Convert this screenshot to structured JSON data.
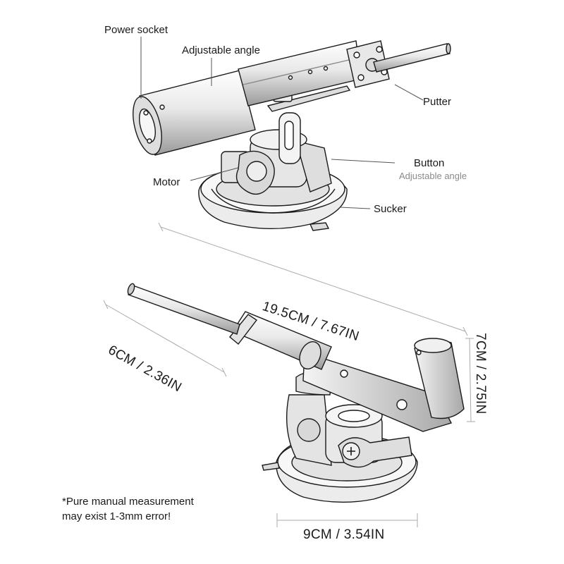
{
  "labels": {
    "power_socket": "Power socket",
    "adjustable_angle_top": "Adjustable angle",
    "putter": "Putter",
    "button": "Button",
    "button_sub": "Adjustable angle",
    "motor": "Motor",
    "sucker": "Sucker"
  },
  "dimensions": {
    "length": "19.5CM / 7.67IN",
    "rod": "6CM / 2.36IN",
    "height": "7CM / 2.75IN",
    "base": "9CM / 3.54IN"
  },
  "note": {
    "line1": "*Pure manual measurement",
    "line2": "may exist 1-3mm error!"
  },
  "colors": {
    "stroke": "#1a1a1a",
    "leader": "#555555",
    "dimline": "#aaaaaa"
  }
}
